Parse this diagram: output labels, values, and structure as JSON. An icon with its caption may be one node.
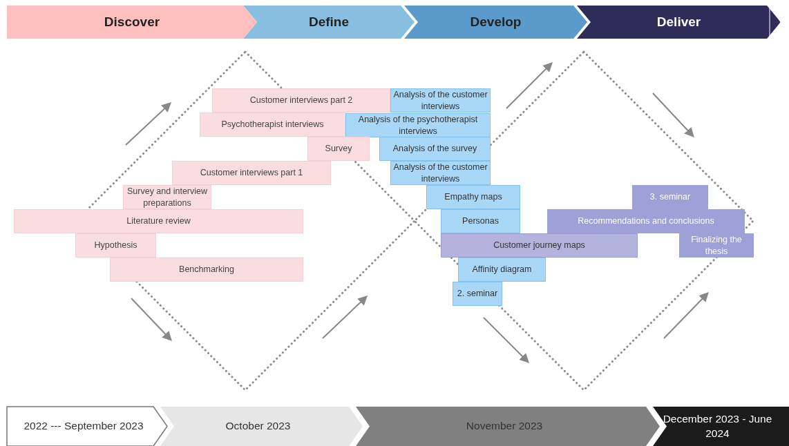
{
  "diagram": {
    "nodes": [
      {
        "text": [
          "Discover"
        ]
      },
      {
        "text": [
          "Define"
        ]
      },
      {
        "text": [
          "Develop"
        ]
      },
      {
        "text": [
          "Deliver"
        ]
      },
      {
        "text": [
          "Customer interviews part 2"
        ]
      },
      {
        "text": [
          "Analysis of the customer interviews"
        ]
      },
      {
        "text": [
          "Psychotherapist interviews"
        ]
      },
      {
        "text": [
          "Analysis of the psychotherapist interviews"
        ]
      },
      {
        "text": [
          "Survey"
        ]
      },
      {
        "text": [
          "Analysis of the survey"
        ]
      },
      {
        "text": [
          "Customer interviews part 1"
        ]
      },
      {
        "text": [
          "Analysis of the customer interviews"
        ]
      },
      {
        "text": [
          "Survey and interview preparations"
        ]
      },
      {
        "text": [
          "Empathy maps"
        ]
      },
      {
        "text": [
          "3. seminar"
        ]
      },
      {
        "text": [
          "Literature review"
        ]
      },
      {
        "text": [
          "Personas"
        ]
      },
      {
        "text": [
          "Recommendations and conclusions"
        ]
      },
      {
        "text": [
          "Hypothesis"
        ]
      },
      {
        "text": [
          "Customer journey maps"
        ]
      },
      {
        "text": [
          "Finalizing the thesis"
        ]
      },
      {
        "text": [
          "Benchmarking"
        ]
      },
      {
        "text": [
          "Affinity diagram"
        ]
      },
      {
        "text": [
          "2. seminar"
        ]
      },
      {
        "text": [
          "2022 --- September 2023"
        ]
      },
      {
        "text": [
          "October 2023"
        ]
      },
      {
        "text": [
          "November 2023"
        ]
      },
      {
        "text": [
          "December 2023 - June 2024"
        ]
      }
    ]
  }
}
